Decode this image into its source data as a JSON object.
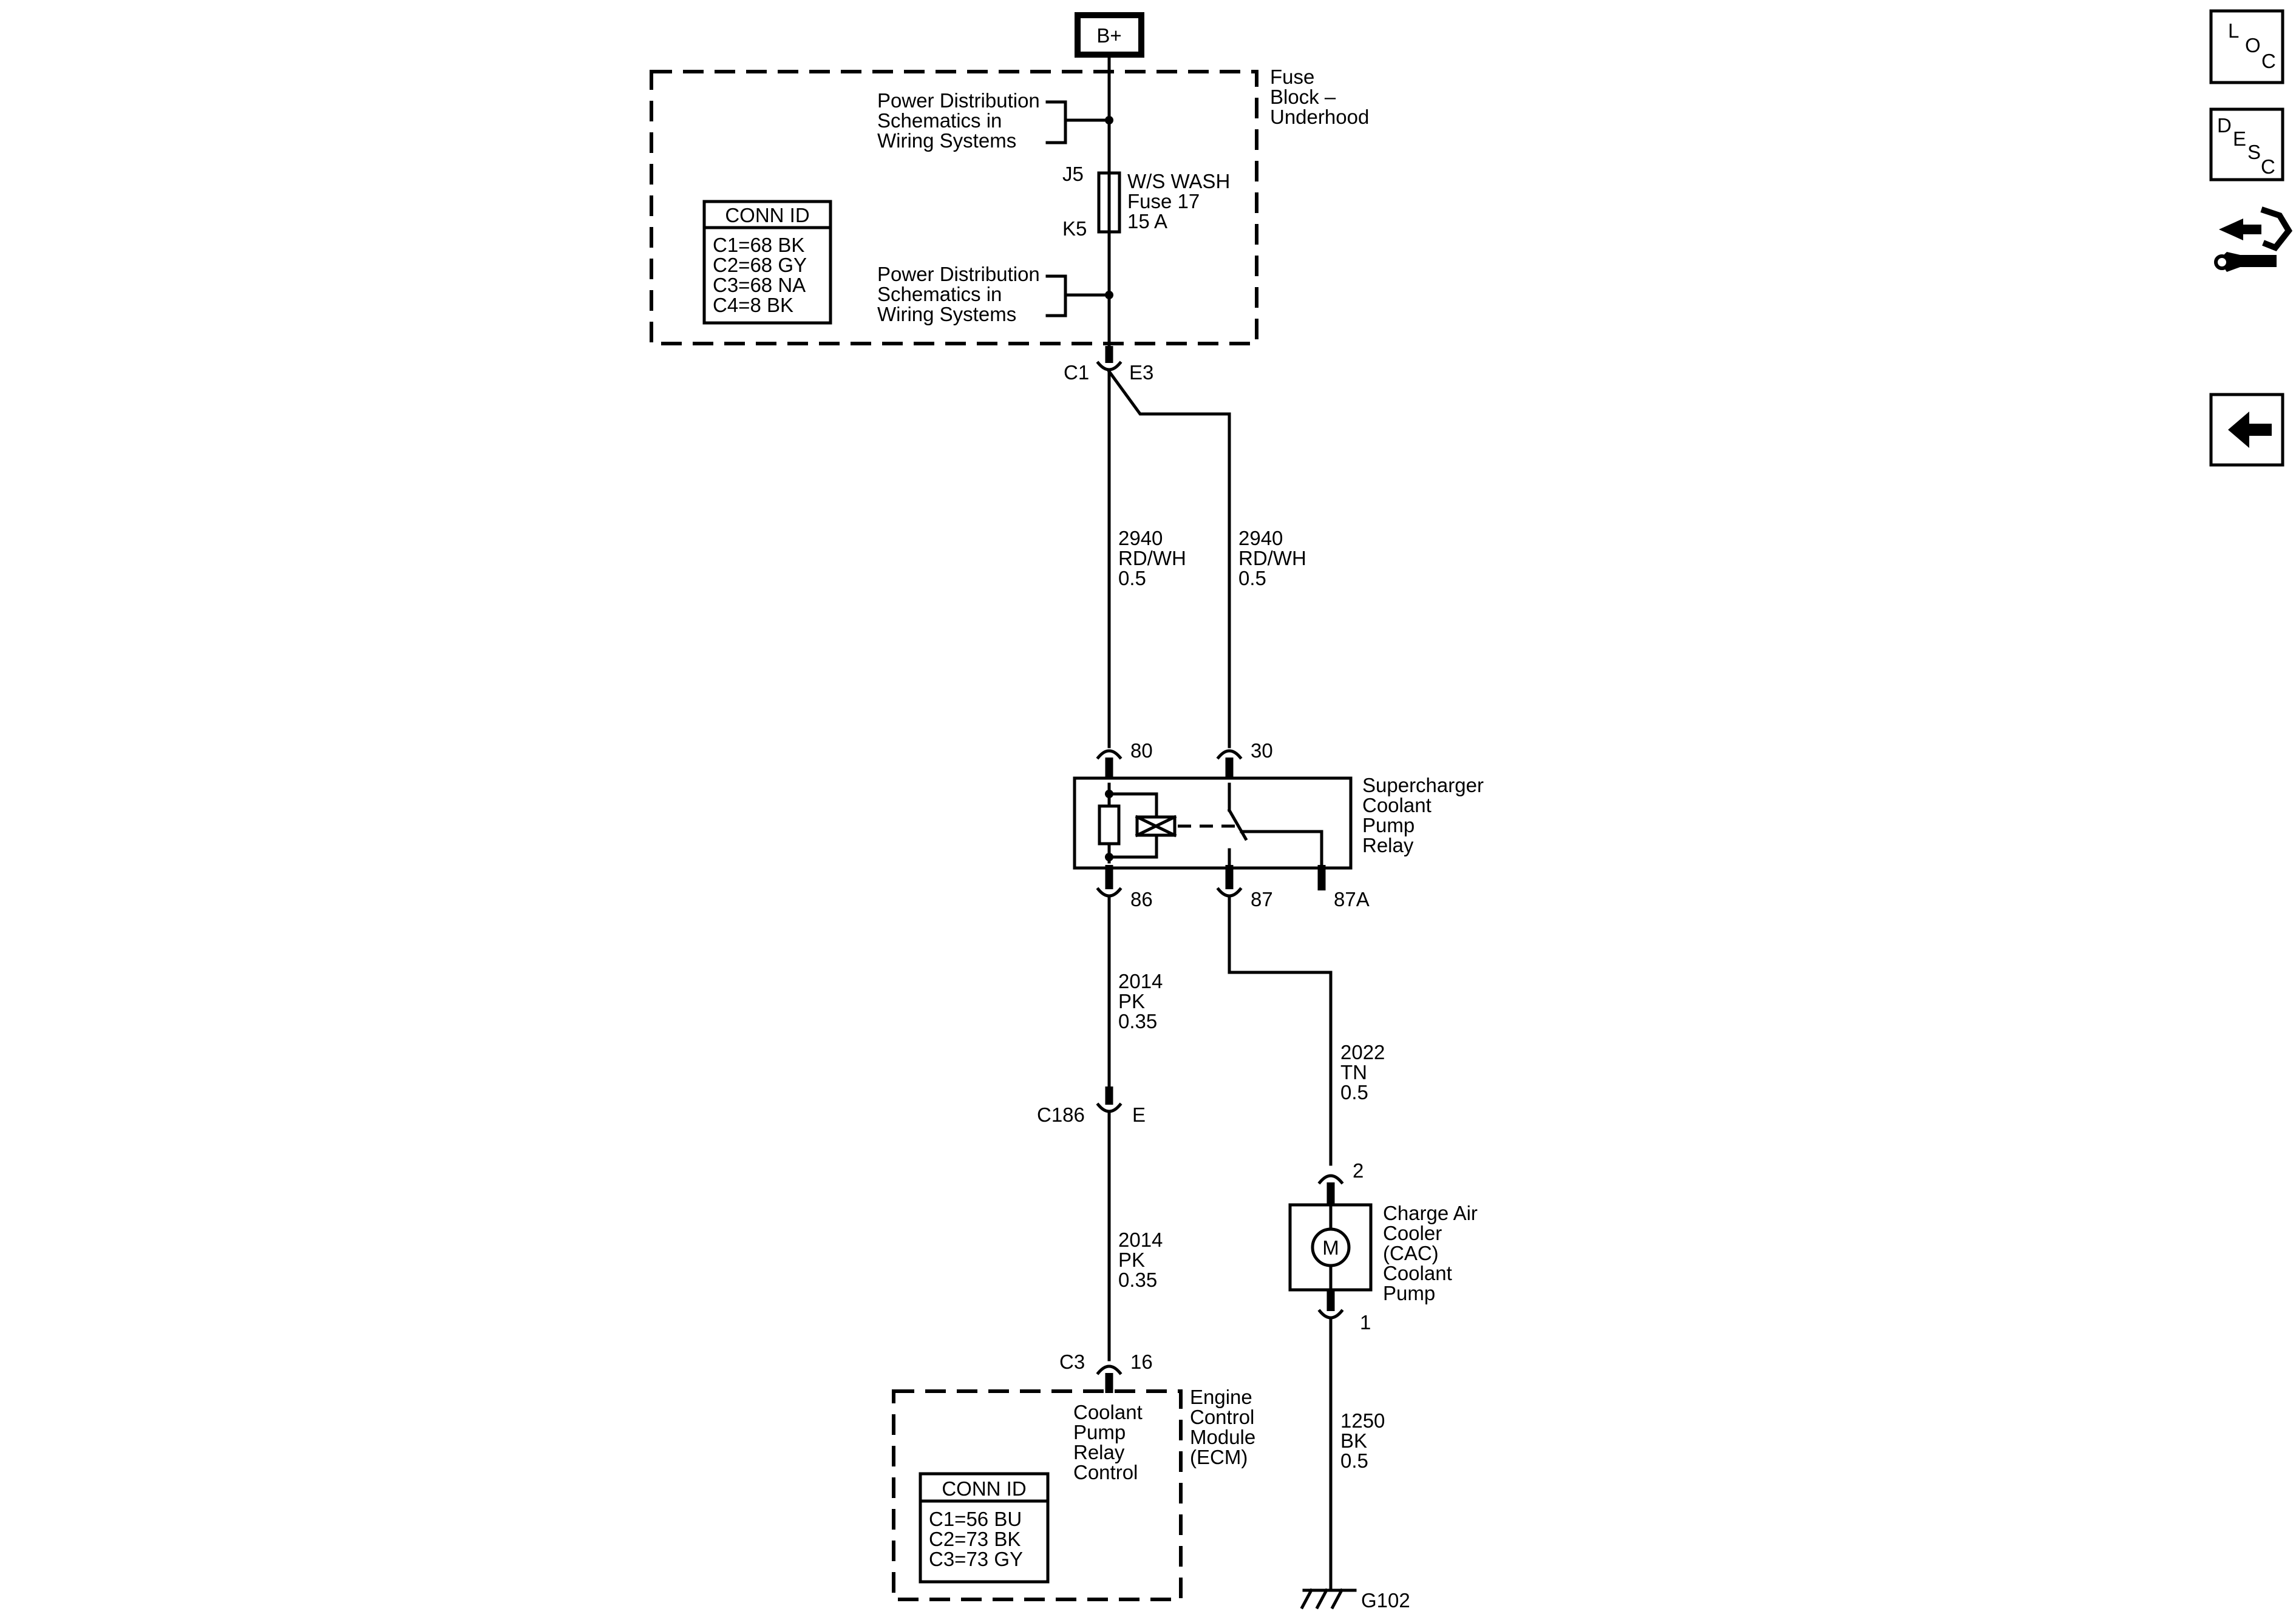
{
  "power_source": {
    "label": "B+"
  },
  "fuse_block": {
    "name": [
      "Fuse",
      "Block –",
      "Underhood"
    ],
    "power_ref_top": [
      "Power Distribution",
      "Schematics in",
      "Wiring Systems"
    ],
    "power_ref_bottom": [
      "Power Distribution",
      "Schematics in",
      "Wiring Systems"
    ],
    "fuse": {
      "pin_in": "J5",
      "pin_out": "K5",
      "lines": [
        "W/S WASH",
        "Fuse 17",
        "15 A"
      ]
    },
    "conn_id": {
      "title": "CONN ID",
      "rows": [
        "C1=68 BK",
        "C2=68 GY",
        "C3=68 NA",
        "C4=8 BK"
      ]
    },
    "connector": {
      "name": "C1",
      "pin": "E3"
    }
  },
  "wires": {
    "left_upper": [
      "2940",
      "RD/WH",
      "0.5"
    ],
    "right_upper": [
      "2940",
      "RD/WH",
      "0.5"
    ],
    "pink_upper": [
      "2014",
      "PK",
      "0.35"
    ],
    "pink_lower": [
      "2014",
      "PK",
      "0.35"
    ],
    "tan": [
      "2022",
      "TN",
      "0.5"
    ],
    "black": [
      "1250",
      "BK",
      "0.5"
    ]
  },
  "relay": {
    "name": [
      "Supercharger",
      "Coolant",
      "Pump",
      "Relay"
    ],
    "pins": {
      "p80": "80",
      "p30": "30",
      "p86": "86",
      "p87": "87",
      "p87a": "87A"
    }
  },
  "inline_connector": {
    "name": "C186",
    "pin": "E"
  },
  "pump": {
    "name": [
      "Charge Air",
      "Cooler",
      "(CAC)",
      "Coolant",
      "Pump"
    ],
    "symbol": "M",
    "pin_top": "2",
    "pin_bottom": "1"
  },
  "ground": {
    "label": "G102"
  },
  "ecm": {
    "connector": {
      "name": "C3",
      "pin": "16"
    },
    "circuit": [
      "Coolant",
      "Pump",
      "Relay",
      "Control"
    ],
    "name": [
      "Engine",
      "Control",
      "Module",
      "(ECM)"
    ],
    "conn_id": {
      "title": "CONN ID",
      "rows": [
        "C1=56 BU",
        "C2=73 BK",
        "C3=73 GY"
      ]
    }
  },
  "side_buttons": {
    "loc": [
      "L",
      "O",
      "C"
    ],
    "desc": [
      "D",
      "E",
      "S",
      "C"
    ],
    "icons": [
      "connector-view-icon",
      "back-arrow-icon"
    ]
  }
}
